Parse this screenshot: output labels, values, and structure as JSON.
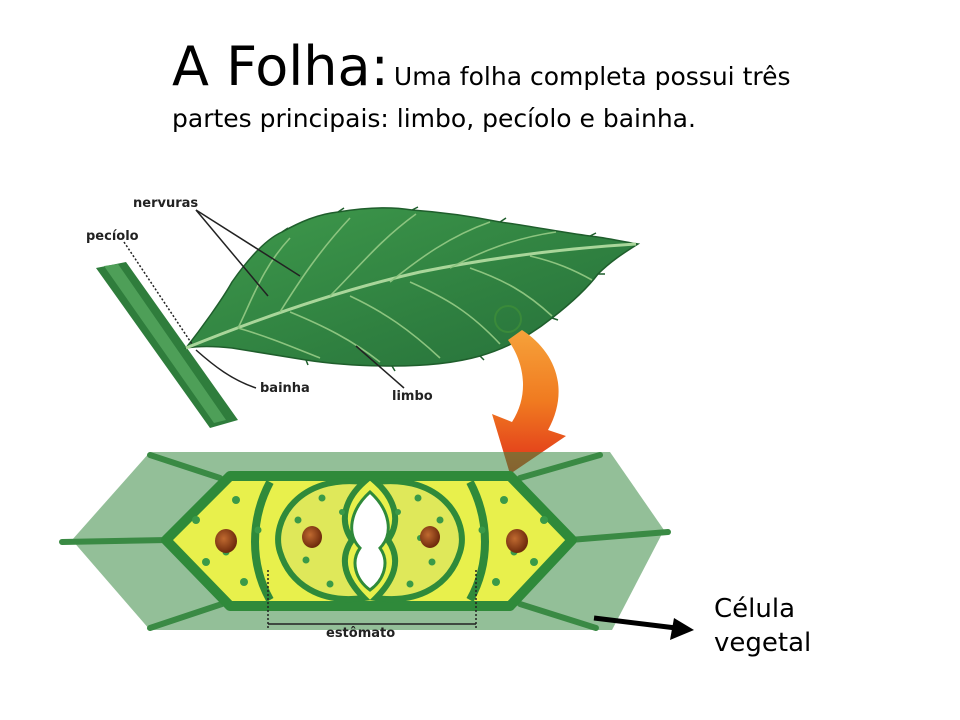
{
  "title": {
    "main": "A Folha:",
    "description_line1": "Uma folha completa possui três",
    "description_line2": "partes principais: limbo, pecíolo e bainha."
  },
  "leaf_labels": {
    "nervuras": "nervuras",
    "peciolo": "pecíolo",
    "bainha": "bainha",
    "limbo": "limbo"
  },
  "stoma_label": "estômato",
  "cell_label": {
    "line1": "Célula",
    "line2": "vegetal"
  },
  "colors": {
    "leaf_dark": "#2e7d3a",
    "leaf_light": "#4caa5a",
    "cell_fill": "#e6ee4a",
    "cell_border": "#2f8a3a",
    "nucleus": "#8a3a12",
    "arrow_orange": "#f07a20",
    "arrow_red": "#e03a18"
  }
}
